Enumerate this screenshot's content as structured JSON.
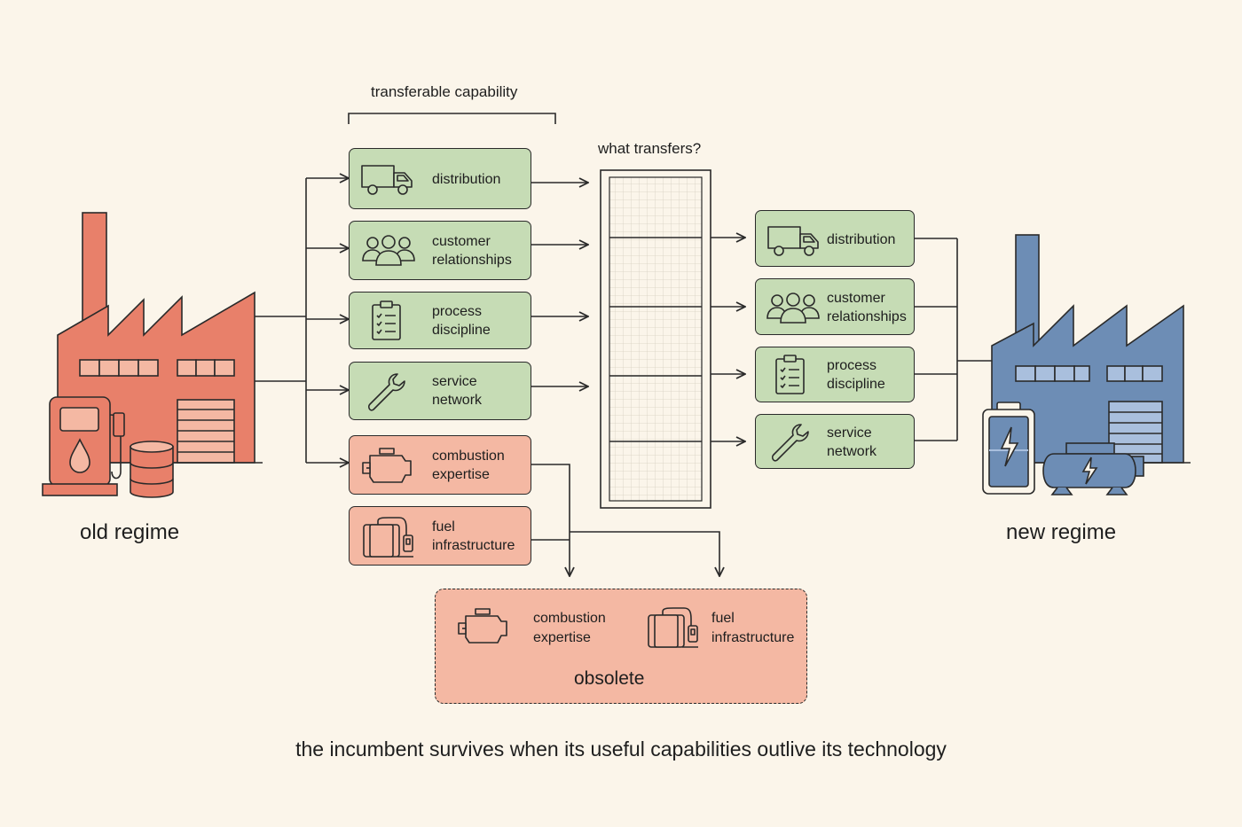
{
  "labels": {
    "top_heading": "transferable capability",
    "filter_heading": "what transfers?",
    "old_regime": "old regime",
    "new_regime": "new regime",
    "obsolete": "obsolete",
    "caption": "the incumbent survives when its useful capabilities outlive its technology"
  },
  "capabilities": [
    {
      "label": "distribution",
      "icon": "truck-icon",
      "status": "transferable"
    },
    {
      "label": "customer\nrelationships",
      "icon": "people-icon",
      "status": "transferable"
    },
    {
      "label": "process\ndiscipline",
      "icon": "clipboard-icon",
      "status": "transferable"
    },
    {
      "label": "service\nnetwork",
      "icon": "wrench-icon",
      "status": "transferable"
    },
    {
      "label": "combustion\nexpertise",
      "icon": "engine-icon",
      "status": "obsolete"
    },
    {
      "label": "fuel\ninfrastructure",
      "icon": "fuel-tank-icon",
      "status": "obsolete"
    }
  ],
  "transferred": [
    {
      "label": "distribution",
      "icon": "truck-icon"
    },
    {
      "label": "customer\nrelationships",
      "icon": "people-icon"
    },
    {
      "label": "process\ndiscipline",
      "icon": "clipboard-icon"
    },
    {
      "label": "service\nnetwork",
      "icon": "wrench-icon"
    }
  ],
  "obsolete_items": [
    {
      "label": "combustion\nexpertise",
      "icon": "engine-icon"
    },
    {
      "label": "fuel\ninfrastructure",
      "icon": "fuel-tank-icon"
    }
  ],
  "colors": {
    "background": "#fbf5ea",
    "transferable_fill": "#c6dcb5",
    "obsolete_fill": "#f4b8a3",
    "old_factory": "#e8806a",
    "new_factory": "#6d8db5",
    "line": "#2a2a2a"
  }
}
